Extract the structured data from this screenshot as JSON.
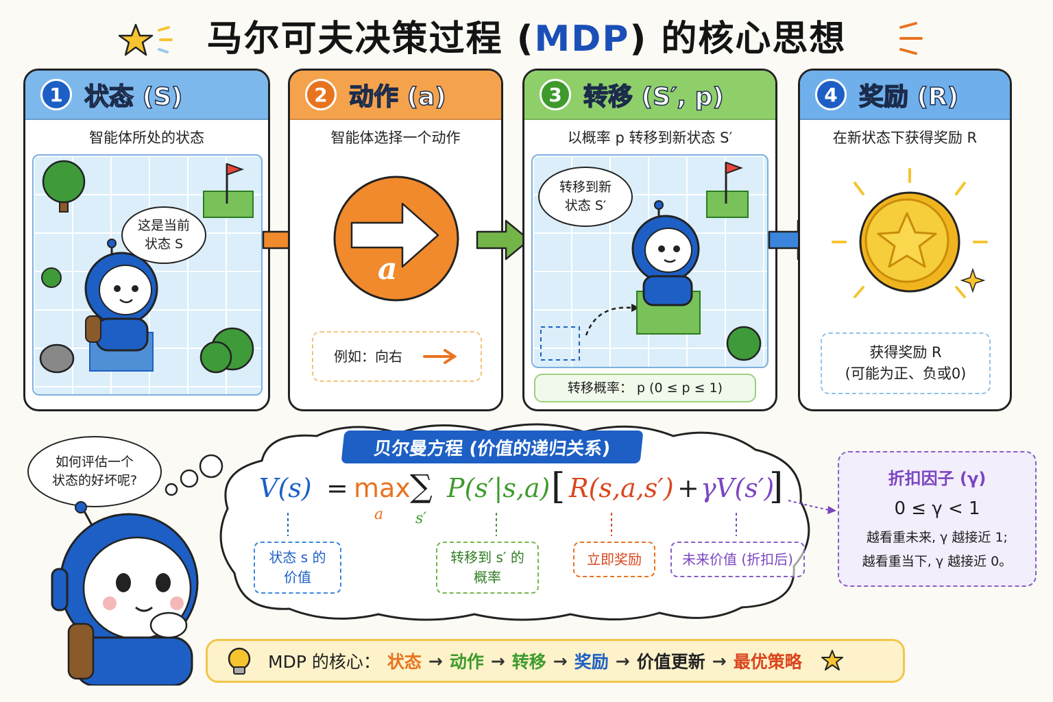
{
  "title": {
    "main": "马尔可夫决策过程",
    "open": "(",
    "abbr": "MDP",
    "close": ")",
    "suffix": "的核心思想"
  },
  "cards": [
    {
      "num": "1",
      "title": "状态 (S)",
      "desc": "智能体所处的状态",
      "bubble": "这是当前\n状态 S"
    },
    {
      "num": "2",
      "title": "动作 (a)",
      "desc": "智能体选择一个动作",
      "symbol": "a",
      "example": "例如：向右"
    },
    {
      "num": "3",
      "title": "转移 (S′, p)",
      "desc": "以概率 p 转移到新状态 S′",
      "bubble": "转移到新\n状态 S′",
      "prob": "转移概率：  p  (0 ≤ p ≤ 1)"
    },
    {
      "num": "4",
      "title": "奖励 (R)",
      "desc": "在新状态下获得奖励 R",
      "reward_line1": "获得奖励 R",
      "reward_line2": "(可能为正、负或0)"
    }
  ],
  "thought": "如何评估一个\n状态的好坏呢?",
  "bellman": {
    "tag": "贝尔曼方程 (价值的递归关系)",
    "eq": {
      "v": "V(s)",
      "eq": "=",
      "max": "max",
      "max_sub": "a",
      "sum": "∑",
      "sum_sub": "s′",
      "p": "P(s′|s,a)",
      "lb": "[",
      "r": "R(s,a,s′)",
      "plus": "+",
      "g": "γ",
      "vn": "V(s′)",
      "rb": "]"
    },
    "labels": {
      "value": "状态 s 的\n价值",
      "prob": "转移到 s′ 的\n概率",
      "reward": "立即奖励",
      "future": "未来价值 (折扣后)"
    }
  },
  "gamma": {
    "title": "折扣因子 (γ)",
    "range": "0 ≤ γ < 1",
    "line1": "越看重未来, γ 越接近 1;",
    "line2": "越看重当下, γ 越接近 0。"
  },
  "footer": {
    "prefix": "MDP 的核心：",
    "steps": [
      "状态",
      "动作",
      "转移",
      "奖励",
      "价值更新",
      "最优策略"
    ],
    "arrow": "→"
  },
  "colors": {
    "blue": "#1d5fc4",
    "orange": "#e8731f",
    "green": "#3e9a2d",
    "red": "#d9461e",
    "purple": "#7a45c0"
  }
}
